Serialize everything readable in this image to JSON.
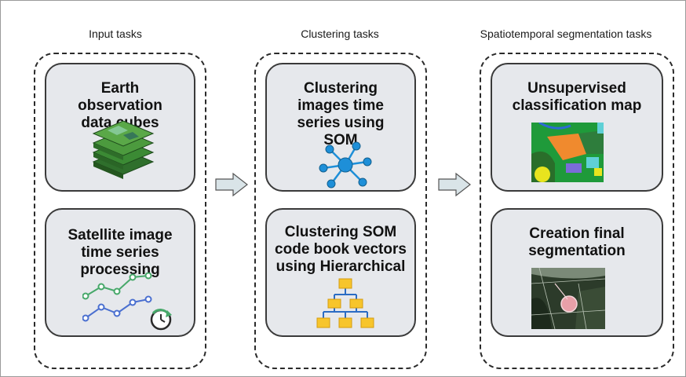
{
  "columns": [
    {
      "title": "Input tasks",
      "cards": [
        {
          "title": "Earth observation data cubes",
          "icon": "data-cube-stack-icon"
        },
        {
          "title": "Satellite image time series processing",
          "icon": "time-series-chart-icon"
        }
      ]
    },
    {
      "title": "Clustering tasks",
      "cards": [
        {
          "title": "Clustering images time series using SOM",
          "icon": "som-network-icon"
        },
        {
          "title": "Clustering SOM code book vectors using Hierarchical",
          "icon": "hierarchy-icon"
        }
      ]
    },
    {
      "title": "Spatiotemporal segmentation tasks",
      "cards": [
        {
          "title": "Unsupervised classification map",
          "icon": "classification-map-image"
        },
        {
          "title": "Creation final segmentation",
          "icon": "segmentation-satellite-image"
        }
      ]
    }
  ],
  "colors": {
    "card_fill": "#e6e8ec",
    "arrow_fill": "#d9e4e8",
    "network_blue": "#1e8fd8",
    "hierarchy_yellow": "#f7c52c",
    "series_green": "#47a86a",
    "series_blue": "#4a6fd0"
  }
}
